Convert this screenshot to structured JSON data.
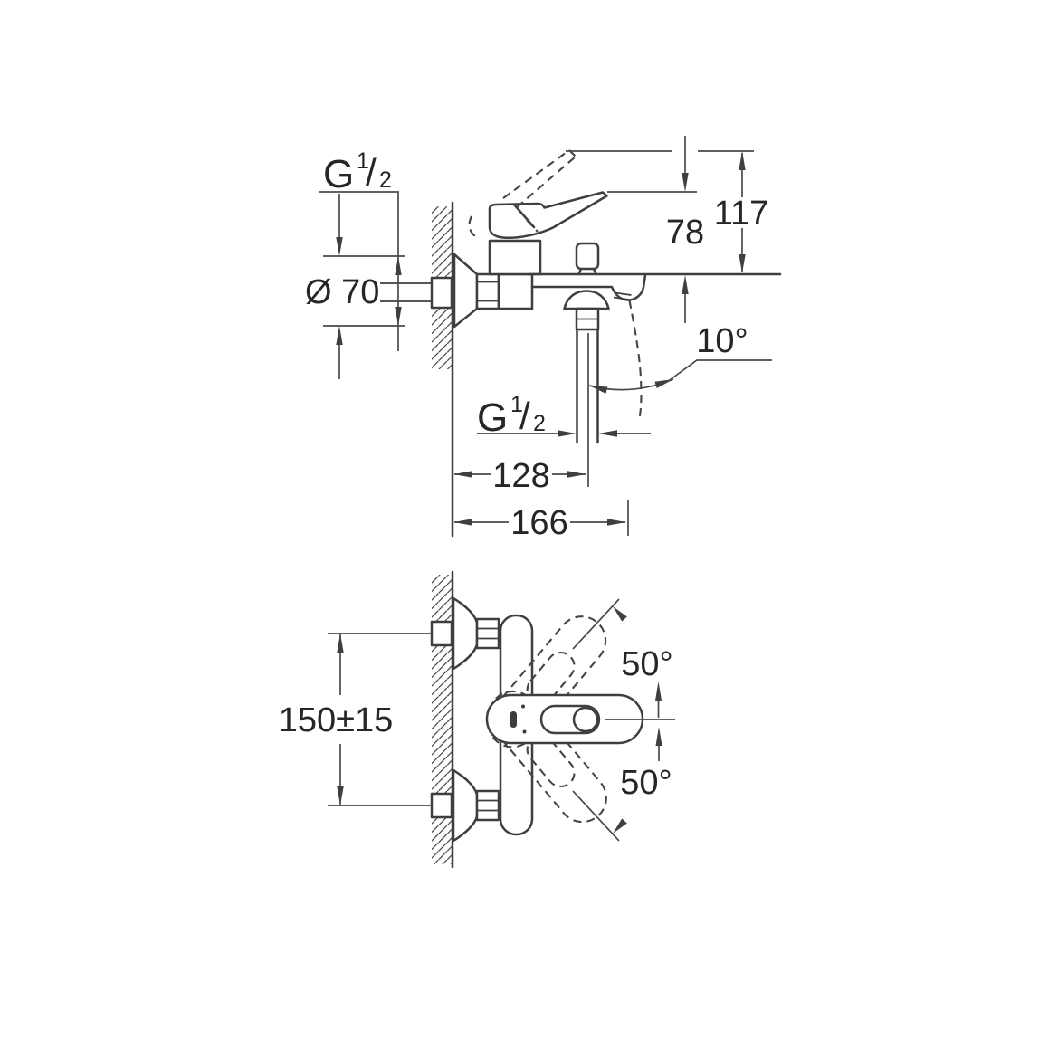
{
  "drawing": {
    "kind": "technical-dimension-drawing",
    "views": {
      "top": "side-elevation",
      "bottom": "plan-view"
    }
  },
  "labels": {
    "thread_top": {
      "g": "G",
      "numerator": "1",
      "slash": "/",
      "denominator": "2"
    },
    "thread_bottom": {
      "g": "G",
      "numerator": "1",
      "slash": "/",
      "denominator": "2"
    },
    "escutcheon_diameter": "Ø 70",
    "height_lever": "78",
    "height_overall": "117",
    "spout_tilt_angle": "10°",
    "spout_center_projection": "128",
    "overall_projection": "166",
    "connection_spacing": "150±15",
    "lever_swing_upper": "50°",
    "lever_swing_lower": "50°"
  },
  "colors": {
    "background": "#ffffff",
    "line": "#3f3f3f",
    "text": "#262626"
  }
}
